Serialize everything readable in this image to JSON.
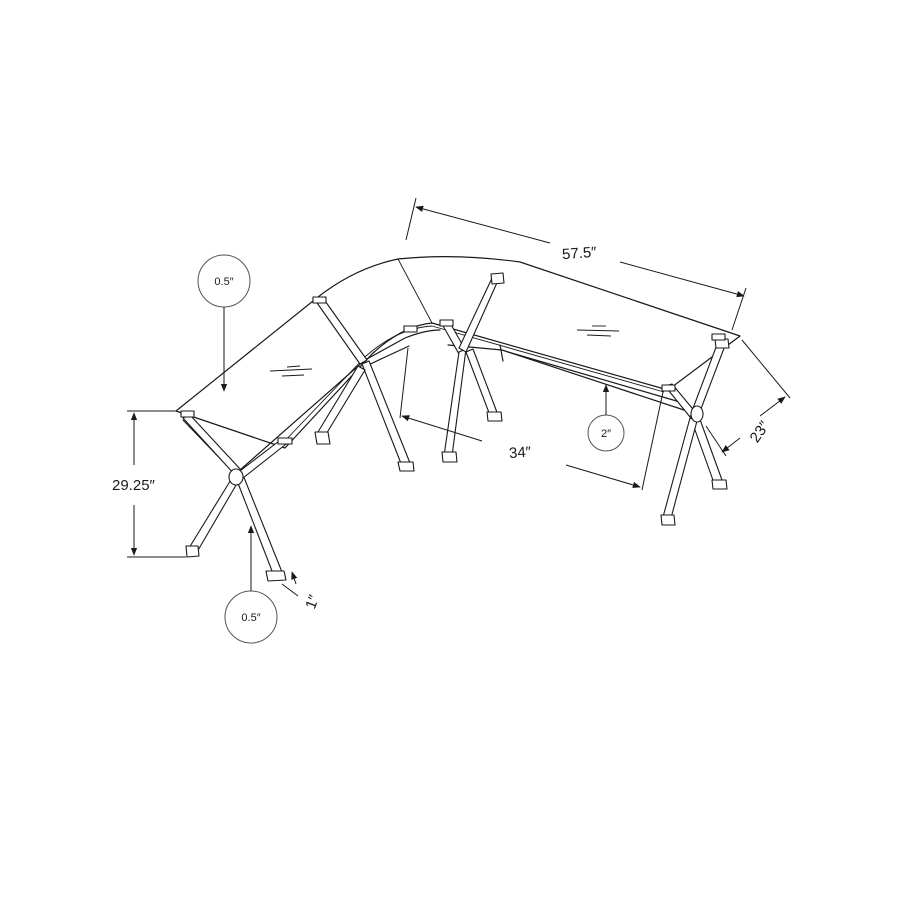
{
  "drawing": {
    "dimensions": {
      "length": "57.5″",
      "return_length": "34″",
      "depth": "23″",
      "height": "29.25″",
      "foot": "1″"
    },
    "callouts": {
      "top_thickness": "0.5″",
      "leg_thickness": "0.5″",
      "frame_height": "2″"
    }
  }
}
